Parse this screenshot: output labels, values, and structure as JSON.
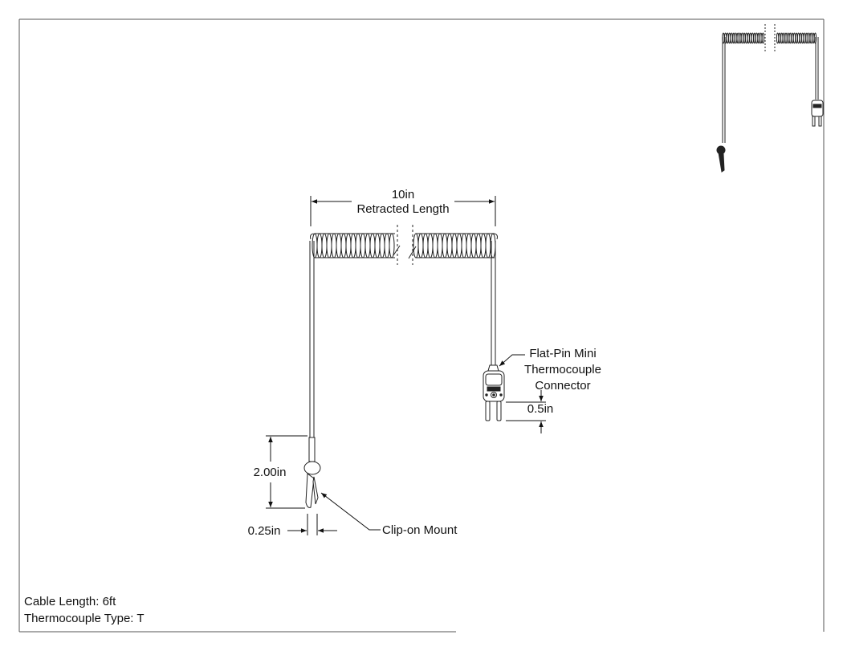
{
  "dimensions": {
    "retracted_value": "10in",
    "retracted_label": "Retracted Length",
    "clip_height": "2.00in",
    "clip_width": "0.25in",
    "connector_height": "0.5in"
  },
  "callouts": {
    "connector_line1": "Flat-Pin Mini",
    "connector_line2": "Thermocouple",
    "connector_line3": "Connector",
    "clip": "Clip-on Mount"
  },
  "notes": {
    "cable_length": "Cable Length: 6ft",
    "thermocouple_type": "Thermocouple Type: T"
  }
}
